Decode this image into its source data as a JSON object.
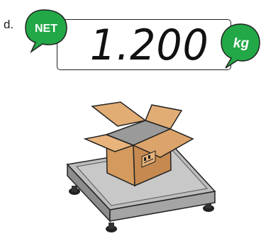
{
  "item_letter": "d.",
  "display": {
    "reading": "1.200",
    "net_label": "NET",
    "unit_label": "kg"
  },
  "colors": {
    "bubble_green": "#23a847",
    "bubble_outline": "#222222",
    "platform_top": "#b8b8b8",
    "box_brown": "#d9a066"
  },
  "icons": [
    "net-bubble",
    "kg-bubble",
    "cardboard-box",
    "platform-scale"
  ]
}
